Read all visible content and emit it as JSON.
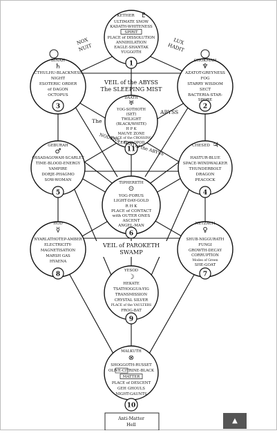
{
  "sephiroth": {
    "kether": {
      "name": "KETHER",
      "symbol": "♇",
      "lines": [
        "ULTIMATE SNOW",
        "KADATH-WHITENESS",
        "SPIRIT",
        "PLACE of DISSOLUTION",
        "ANNIHILATION",
        "EAGLE-SHANTAK",
        "YUGGOTH"
      ],
      "number": "1"
    },
    "binah": {
      "name": "BINAH",
      "symbol": "♄",
      "lines": [
        "CTHULHU-BLACKNESS",
        "NIGHT",
        "ESOTERIC ORDER",
        "of DAGON",
        "OCTOPUS"
      ],
      "number": "3"
    },
    "chokmah": {
      "name": "CHOKMAH",
      "symbol": "♆",
      "lines": [
        "AZATOT-GREYNESS",
        "FOG",
        "STARRY WISDOM",
        "SECT",
        "BACTERIA-STAR-",
        "SPORE"
      ],
      "number": "2"
    },
    "daath": {
      "name": "DAATH",
      "symbol": "♅",
      "lines": [
        "YOG-SOTHOTH",
        "(SET)",
        "TWILIGHT",
        "(BLACK/WHITE)",
        "H  P  K",
        "MAUVE ZONE",
        "PLACE of the CROSSING",
        "CEPHALOPOD"
      ],
      "number": "11"
    },
    "geburah": {
      "name": "GEBURAH",
      "symbol": "♂",
      "lines": [
        "OSSADAGOWAH-SCARLET",
        "TIME-BLOOD-ENERGY",
        "VAMPIRE",
        "DORJE-PHAGMO",
        "SOW-WOMAN"
      ],
      "number": "5"
    },
    "chesed": {
      "name": "CHESED",
      "symbol": "♃",
      "lines": [
        "HASTUR-BLUE",
        "SPACE-WINDWALKER",
        "THUNDERBOLT",
        "DRAGON",
        "PEACOCK"
      ],
      "number": "4"
    },
    "tiphereth": {
      "name": "TIPHERETH",
      "symbol": "⊙",
      "lines": [
        "YOG-FORUS",
        "LIGHT-DAY-GOLD",
        "R  H  K",
        "PLACE of CONTACT",
        "with OUTER ONES",
        "ASCENT",
        "ANGEL-MAN"
      ],
      "number": "6"
    },
    "hod": {
      "name": "HOD",
      "symbol": "☿",
      "lines": [
        "NYARLATHOTEP-AMBER",
        "ELECTRICITY-",
        "MAGNETISATION",
        "MARSH GAS",
        "HYAENA"
      ],
      "number": "8"
    },
    "netzach": {
      "name": "NETZACH",
      "symbol": "♀",
      "lines": [
        "SHUB-NIGGURATH",
        "FUNGI",
        "GROWTH-DECAY",
        "CORRUPTION",
        "Modes of Green",
        "SHE-GOAT"
      ],
      "number": "7"
    },
    "yesod": {
      "name": "YESOD",
      "symbol": "☽",
      "lines": [
        "HEKATE",
        "TSATHOGGUA-YIG",
        "TRANSMISSION",
        "CRYSTAL SILVER",
        "PLACE of the VAULTERS",
        "FROG-BAT"
      ],
      "number": "9"
    },
    "malkuth": {
      "name": "MALKUTH",
      "symbol": "⊗",
      "lines": [
        "SHOGGOTH-RUSSET",
        "OLIVE-CITRINE-BLACK",
        "MATTER",
        "PLACE of DESCENT",
        "GEH GHOULS",
        "NIGHT-GAUNTS"
      ],
      "number": "10"
    }
  },
  "labels": {
    "nox_nuit": [
      "NOX",
      "NUIT"
    ],
    "lux_hadit": [
      "LUX",
      "HADIT"
    ],
    "abyss_veil": "VEIL of the ABYSS",
    "sleeping_mist": "The SLEEPING MIST",
    "the": "The",
    "abyss": "ABYSS",
    "nodens": "NODENS - GOD of the ABYSS",
    "paroketh": "VEIL of PAROKETH",
    "swamp": "SWAMP",
    "anti_matter": [
      "Anti-Matter",
      "Hell"
    ]
  },
  "ui": {
    "scroll_top_icon": "▲"
  }
}
